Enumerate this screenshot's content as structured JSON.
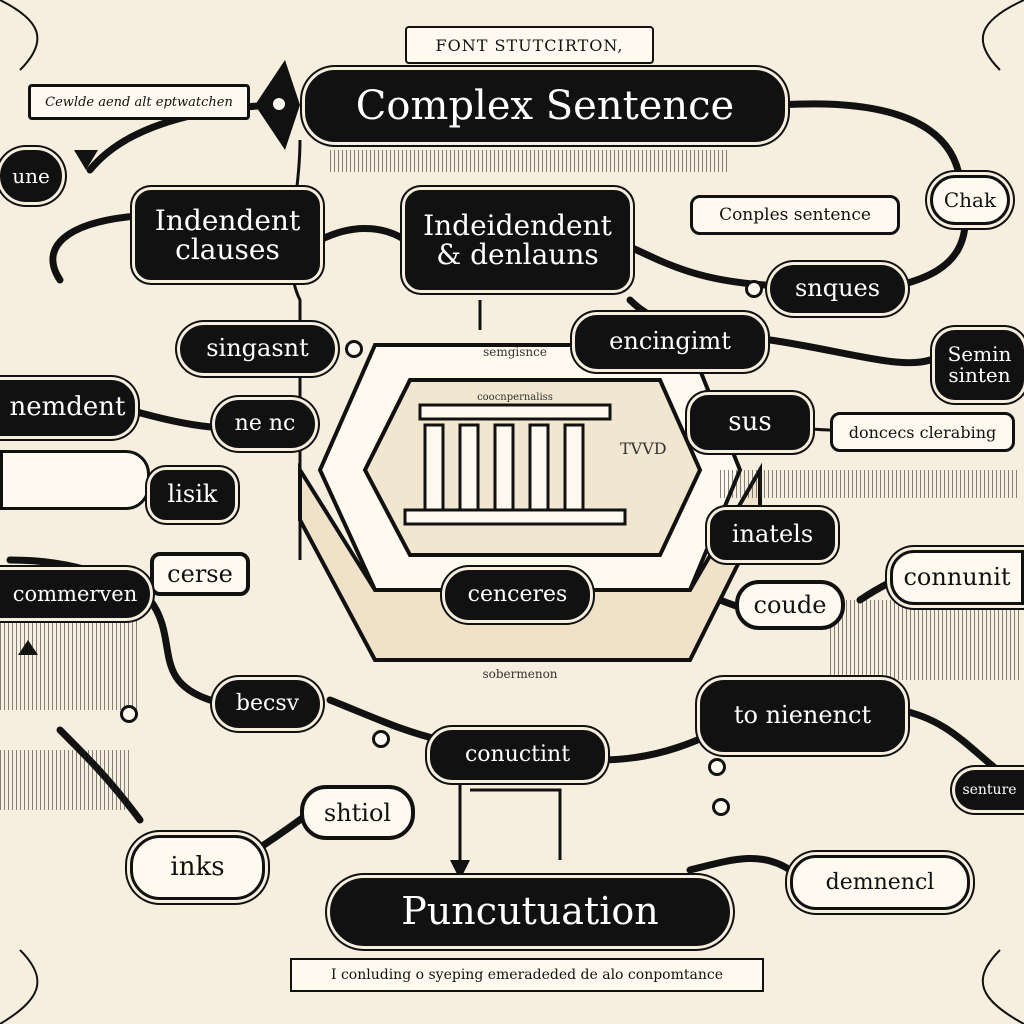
{
  "banner": "FONT STUTCIRTON,",
  "title": "Complex Sentence",
  "top_left_note": "Cewlde aend alt eptwatchen",
  "corner_left": "une",
  "corner_right": "Chak",
  "nodes": {
    "indendent_clauses": "Indendent clauses",
    "independent_denlauns": "Indeidendent & denlauns",
    "comples_sentence": "Conples sentence",
    "snques": "snques",
    "singasnt": "singasnt",
    "encingimt": "encingimt",
    "semnin_sinten": "Semin sinten",
    "nemdent": "nemdent",
    "ne_nc": "ne nc",
    "sus": "sus",
    "donrecs_clerabing": "doncecs clerabing",
    "lisik": "lisik",
    "inatels": "inatels",
    "cerse": "cerse",
    "commerven": "commerven",
    "connunit": "connunit",
    "cenceres": "cenceres",
    "coude": "coude",
    "becsv": "becsv",
    "to_nienenct": "to nienenct",
    "conuctint": "conuctint",
    "shtiol": "shtiol",
    "inks": "inks",
    "demnencl": "demnencl",
    "punctuation": "Puncutuation",
    "senture": "senture"
  },
  "temple": {
    "top_label": "semgisnce",
    "bottom_label": "sobermenon",
    "inner_label": "coocnpernaliss",
    "side_label": "TVVD"
  },
  "footer": "I conluding o syeping emeradeded de alo conpomtance",
  "colors": {
    "ink": "#111111",
    "paper": "#f6efdf",
    "card": "#fffaf0"
  }
}
